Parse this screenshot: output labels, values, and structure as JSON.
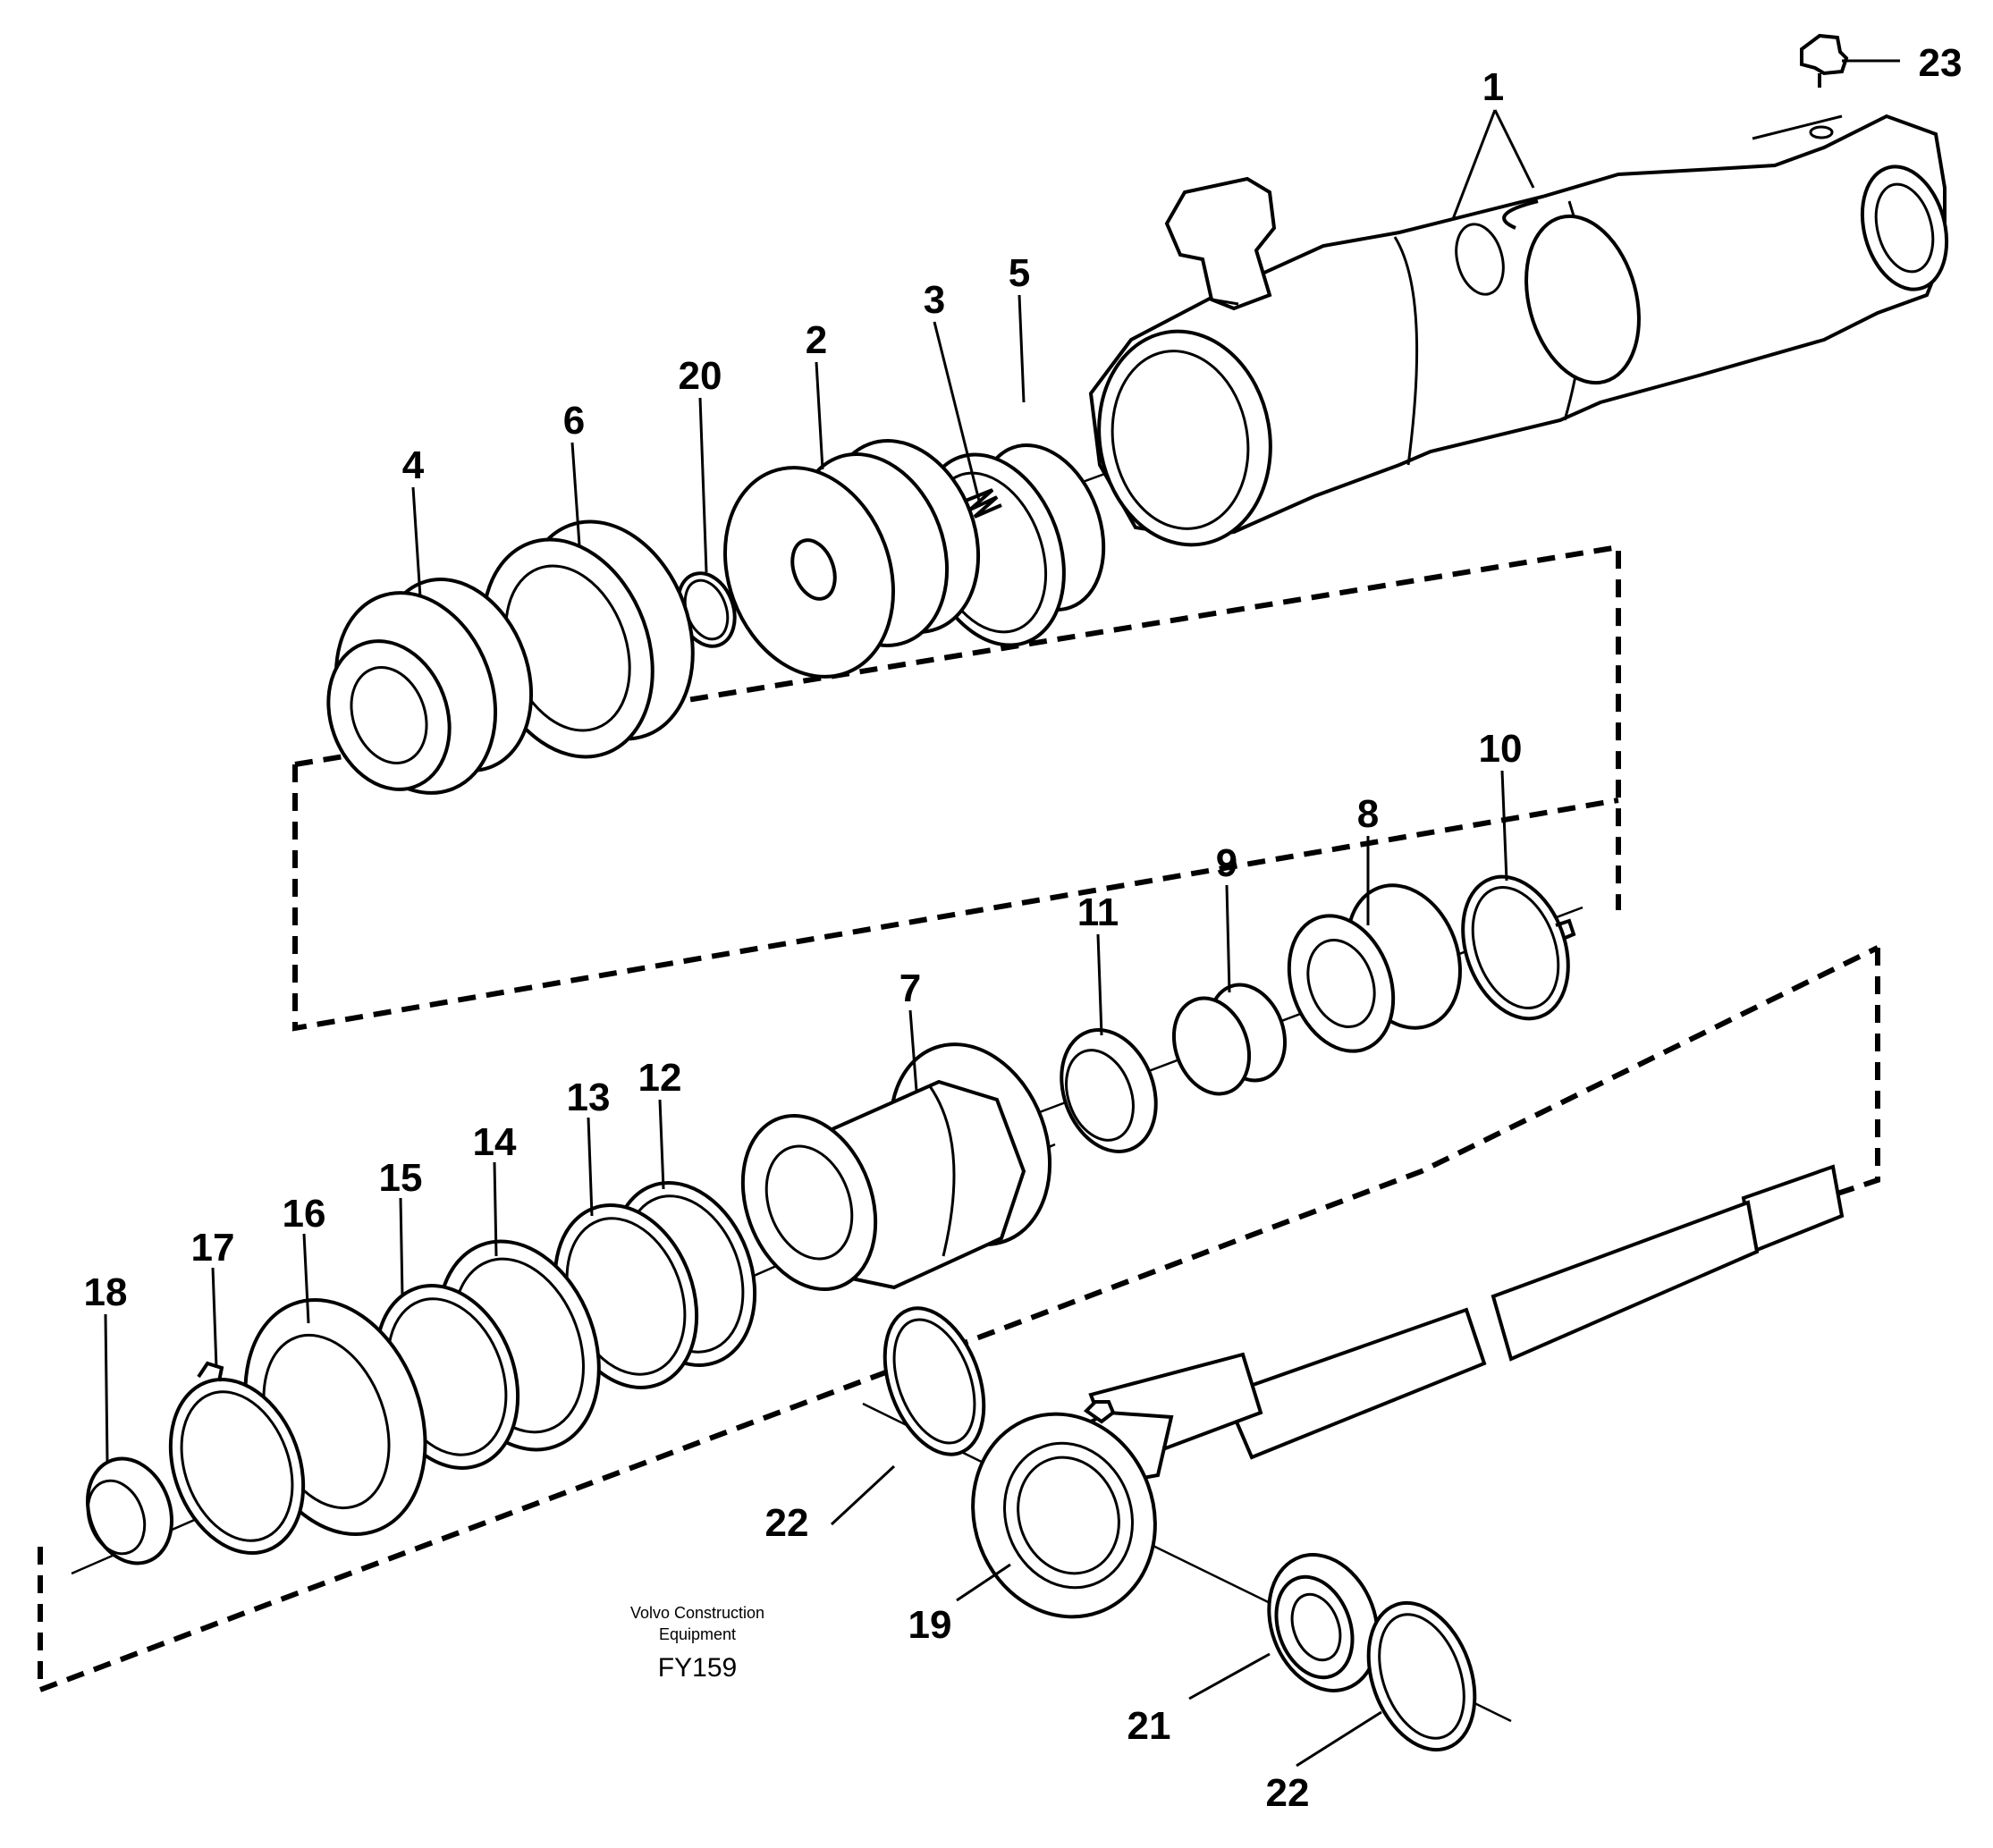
{
  "diagram": {
    "credit_line1": "Volvo Construction",
    "credit_line2": "Equipment",
    "code": "FY159",
    "callouts": [
      {
        "id": "c1",
        "label": "1"
      },
      {
        "id": "c23",
        "label": "23"
      },
      {
        "id": "c3",
        "label": "3"
      },
      {
        "id": "c5",
        "label": "5"
      },
      {
        "id": "c2",
        "label": "2"
      },
      {
        "id": "c20",
        "label": "20"
      },
      {
        "id": "c6",
        "label": "6"
      },
      {
        "id": "c4",
        "label": "4"
      },
      {
        "id": "c10",
        "label": "10"
      },
      {
        "id": "c8",
        "label": "8"
      },
      {
        "id": "c9",
        "label": "9"
      },
      {
        "id": "c11",
        "label": "11"
      },
      {
        "id": "c7",
        "label": "7"
      },
      {
        "id": "c12",
        "label": "12"
      },
      {
        "id": "c13",
        "label": "13"
      },
      {
        "id": "c14",
        "label": "14"
      },
      {
        "id": "c15",
        "label": "15"
      },
      {
        "id": "c16",
        "label": "16"
      },
      {
        "id": "c17",
        "label": "17"
      },
      {
        "id": "c18",
        "label": "18"
      },
      {
        "id": "c22a",
        "label": "22"
      },
      {
        "id": "c19",
        "label": "19"
      },
      {
        "id": "c21",
        "label": "21"
      },
      {
        "id": "c22b",
        "label": "22"
      }
    ]
  }
}
